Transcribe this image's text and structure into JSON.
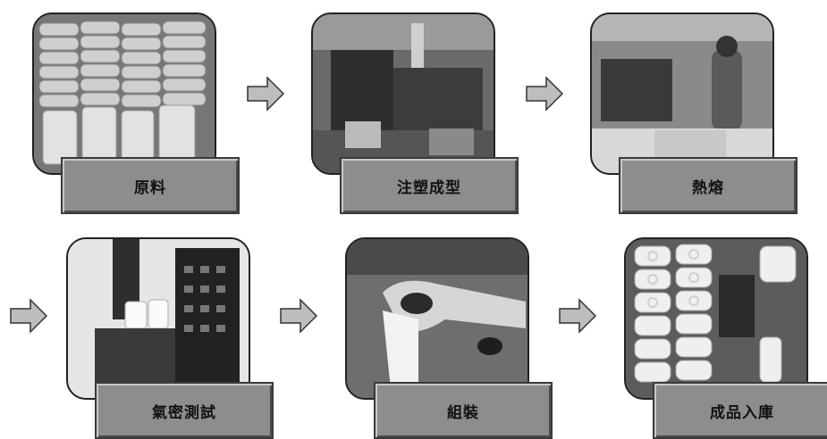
{
  "steps": [
    {
      "label": "原料",
      "image": "raw-material-sacks-photo"
    },
    {
      "label": "注塑成型",
      "image": "injection-molding-machine-photo"
    },
    {
      "label": "熱熔",
      "image": "heat-welding-workshop-photo"
    },
    {
      "label": "氣密測試",
      "image": "airtight-test-machine-photo"
    },
    {
      "label": "組裝",
      "image": "assembly-hand-photo"
    },
    {
      "label": "成品入庫",
      "image": "finished-products-storage-photo"
    }
  ],
  "arrow_icon": "right-arrow-icon",
  "colors": {
    "label_bg": "#8d8d8d",
    "label_border": "#3a3a3a",
    "arrow_fill": "#bdbdbd"
  }
}
